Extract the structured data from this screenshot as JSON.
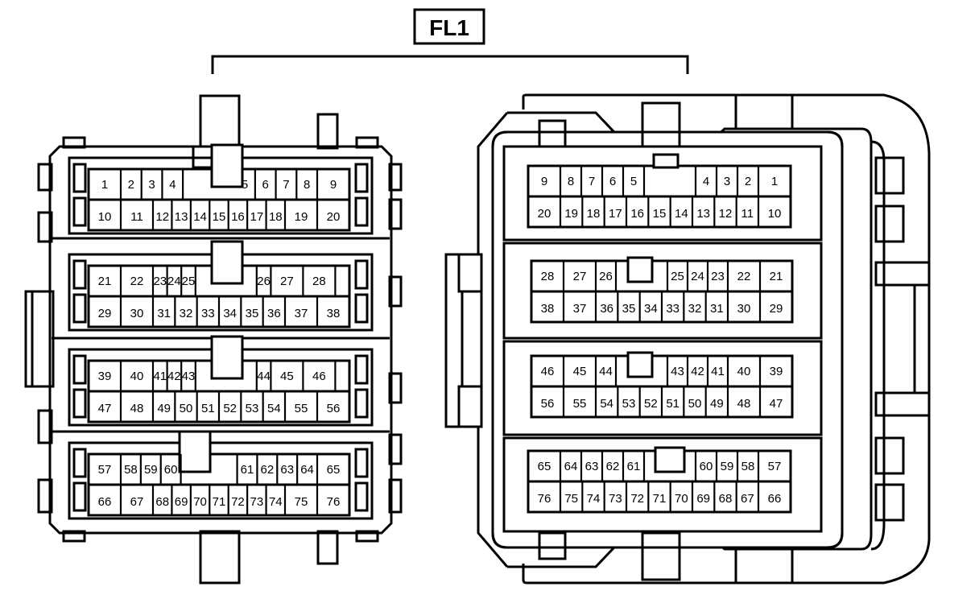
{
  "connector_label": "FL1",
  "left_connector": {
    "rows": [
      {
        "top": [
          "1",
          "2",
          "3",
          "4",
          "",
          "",
          "",
          "",
          "5",
          "6",
          "7",
          "8",
          "9"
        ],
        "bottom": [
          "10",
          "11",
          "12",
          "13",
          "14",
          "15",
          "16",
          "17",
          "18",
          "19",
          "20"
        ]
      },
      {
        "top": [
          "21",
          "22",
          "23",
          "24",
          "25",
          "26",
          "27",
          "28"
        ],
        "bottom": [
          "29",
          "30",
          "31",
          "32",
          "33",
          "34",
          "35",
          "36",
          "37",
          "38"
        ]
      },
      {
        "top": [
          "39",
          "40",
          "41",
          "42",
          "43",
          "44",
          "45",
          "46"
        ],
        "bottom": [
          "47",
          "48",
          "49",
          "50",
          "51",
          "52",
          "53",
          "54",
          "55",
          "56"
        ]
      },
      {
        "top": [
          "57",
          "58",
          "59",
          "60",
          "61",
          "62",
          "63",
          "64",
          "65"
        ],
        "bottom": [
          "66",
          "67",
          "68",
          "69",
          "70",
          "71",
          "72",
          "73",
          "74",
          "75",
          "76"
        ]
      }
    ]
  },
  "right_connector": {
    "rows": [
      {
        "top": [
          "9",
          "8",
          "7",
          "6",
          "5",
          "4",
          "3",
          "2",
          "1"
        ],
        "bottom": [
          "20",
          "19",
          "18",
          "17",
          "16",
          "15",
          "14",
          "13",
          "12",
          "11",
          "10"
        ]
      },
      {
        "top": [
          "28",
          "27",
          "26",
          "25",
          "24",
          "23",
          "22",
          "21"
        ],
        "bottom": [
          "38",
          "37",
          "36",
          "35",
          "34",
          "33",
          "32",
          "31",
          "30",
          "29"
        ]
      },
      {
        "top": [
          "46",
          "45",
          "44",
          "43",
          "42",
          "41",
          "40",
          "39"
        ],
        "bottom": [
          "56",
          "55",
          "54",
          "53",
          "52",
          "51",
          "50",
          "49",
          "48",
          "47"
        ]
      },
      {
        "top": [
          "65",
          "64",
          "63",
          "62",
          "61",
          "60",
          "59",
          "58",
          "57"
        ],
        "bottom": [
          "76",
          "75",
          "74",
          "73",
          "72",
          "71",
          "70",
          "69",
          "68",
          "67",
          "66"
        ]
      }
    ]
  }
}
